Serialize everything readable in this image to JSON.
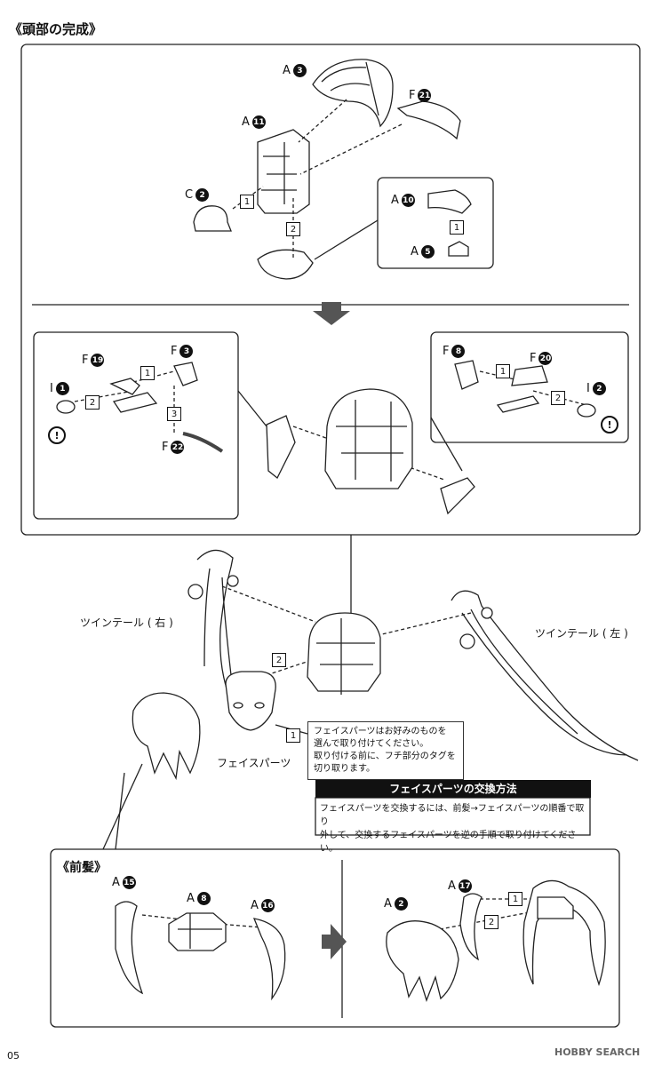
{
  "sections": {
    "head_title": "《頭部の完成》",
    "bangs_title": "《前髪》"
  },
  "parts": {
    "a3": {
      "letter": "A",
      "num": "3"
    },
    "f21": {
      "letter": "F",
      "num": "21"
    },
    "a11": {
      "letter": "A",
      "num": "11"
    },
    "c2": {
      "letter": "C",
      "num": "2"
    },
    "a10": {
      "letter": "A",
      "num": "10"
    },
    "a5": {
      "letter": "A",
      "num": "5"
    },
    "f19": {
      "letter": "F",
      "num": "19"
    },
    "f3": {
      "letter": "F",
      "num": "3"
    },
    "i1": {
      "letter": "I",
      "num": "1"
    },
    "f22": {
      "letter": "F",
      "num": "22"
    },
    "f8": {
      "letter": "F",
      "num": "8"
    },
    "f20": {
      "letter": "F",
      "num": "20"
    },
    "i2": {
      "letter": "I",
      "num": "2"
    },
    "a15": {
      "letter": "A",
      "num": "15"
    },
    "a8": {
      "letter": "A",
      "num": "8"
    },
    "a16": {
      "letter": "A",
      "num": "16"
    },
    "a2": {
      "letter": "A",
      "num": "2"
    },
    "a17": {
      "letter": "A",
      "num": "17"
    }
  },
  "steps": {
    "one": "1",
    "two": "2",
    "three": "3"
  },
  "warning_mark": "!",
  "labels": {
    "twintail_right": "ツインテール ( 右 )",
    "twintail_left": "ツインテール ( 左 )",
    "face_parts": "フェイスパーツ"
  },
  "face_note": {
    "line1": "フェイスパーツはお好みのものを",
    "line2": "選んで取り付けてください。",
    "line3": "取り付ける前に、フチ部分のタグを",
    "line4": "切り取ります。"
  },
  "exchange": {
    "title": "フェイスパーツの交換方法",
    "line1": "フェイスパーツを交換するには、前髪→フェイスパーツの順番で取り",
    "line2": "外して、交換するフェイスパーツを逆の手順で取り付けてください。"
  },
  "footer": {
    "page": "05",
    "watermark": "HOBBY SEARCH"
  }
}
